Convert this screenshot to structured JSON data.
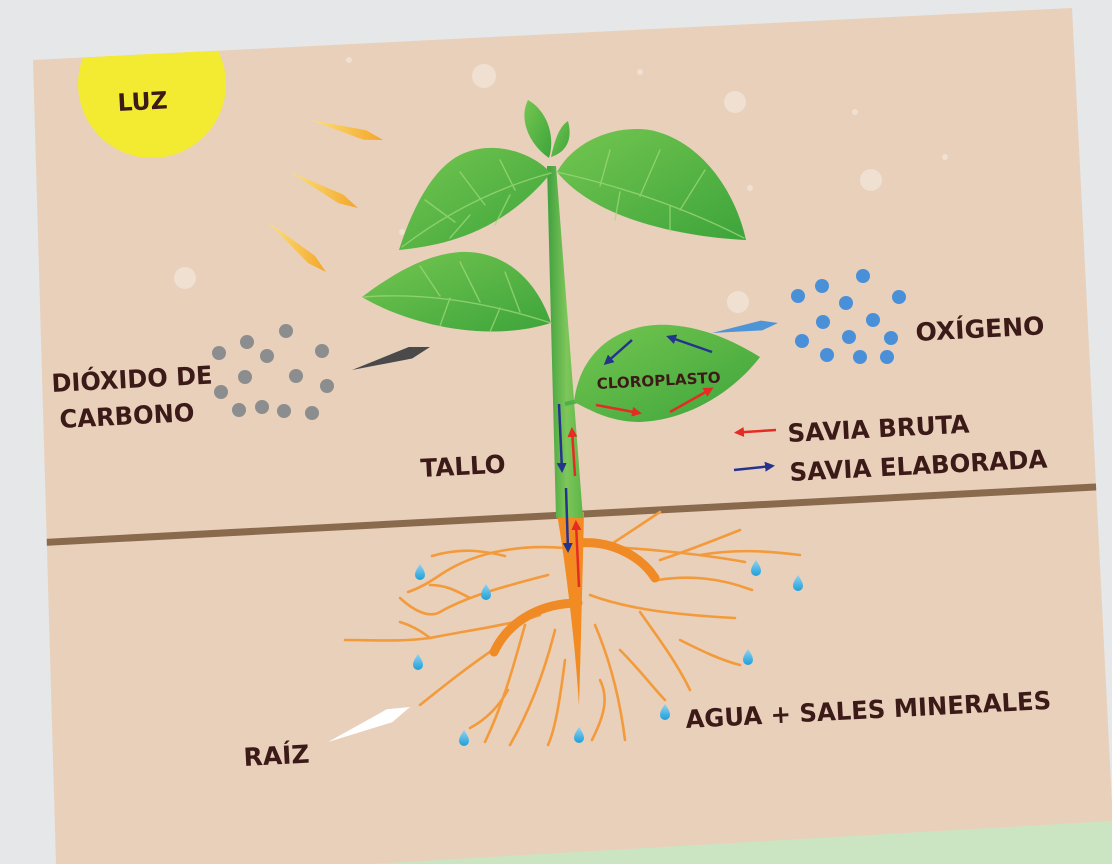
{
  "labels": {
    "sun": "LUZ",
    "carbon_dioxide": [
      "DIÓXIDO DE",
      "CARBONO"
    ],
    "oxygen": "OXÍGENO",
    "chloroplast": "CLOROPLASTO",
    "stem": "TALLO",
    "root": "RAÍZ",
    "water_minerals": "AGUA + SALES MINERALES"
  },
  "legend": [
    {
      "label": "SAVIA BRUTA",
      "color": "#e52b24"
    },
    {
      "label": "SAVIA ELABORADA",
      "color": "#24338c"
    }
  ],
  "colors": {
    "sun": "#f3ea32",
    "soil_card": "#e9d0bb",
    "ground_line": "#8a6a4d",
    "leaf": "#4cb048",
    "root": "#f28b22",
    "carbon_dioxide_particles": "#8c8d8f",
    "oxygen_particles": "#4a90d9",
    "water_drops": "#3aaee0"
  }
}
